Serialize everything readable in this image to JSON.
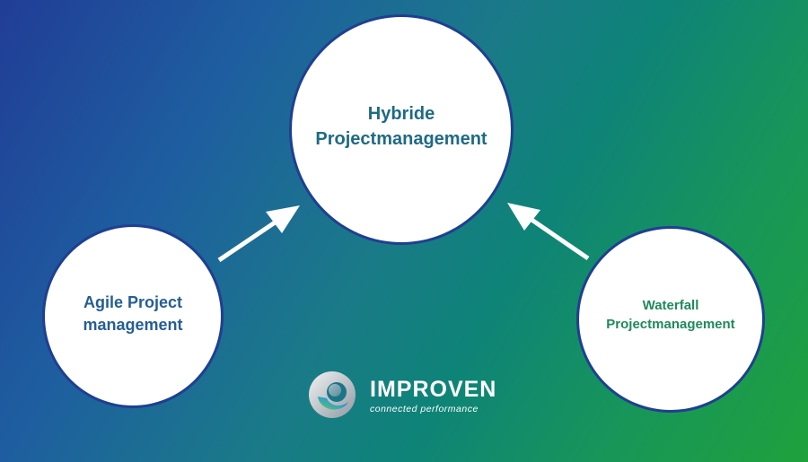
{
  "diagram": {
    "nodes": [
      {
        "id": "hybride",
        "label": "Hybride\nProjectmanagement",
        "lines": [
          "Hybride",
          "Projectmanagement"
        ],
        "text_color": "#1e6a85"
      },
      {
        "id": "agile",
        "label": "Agile Project\nmanagement",
        "lines": [
          "Agile Project",
          "management"
        ],
        "text_color": "#255e94"
      },
      {
        "id": "waterfall",
        "label": "Waterfall\nProjectmanagement",
        "lines": [
          "Waterfall",
          "Projectmanagement"
        ],
        "text_color": "#1f8a5a"
      }
    ],
    "edges": [
      {
        "from": "agile",
        "to": "hybride",
        "icon": "arrow-up-right-icon"
      },
      {
        "from": "waterfall",
        "to": "hybride",
        "icon": "arrow-up-left-icon"
      }
    ],
    "colors": {
      "node_fill": "#ffffff",
      "node_border": "#1f3f91",
      "arrow": "#ffffff",
      "background_top_left": "#213d96",
      "background_bottom_right": "#1fa13c"
    }
  },
  "logo": {
    "brand": "IMPROVEN",
    "tagline": "connected performance",
    "icon": "improven-swirl-logo-icon"
  }
}
